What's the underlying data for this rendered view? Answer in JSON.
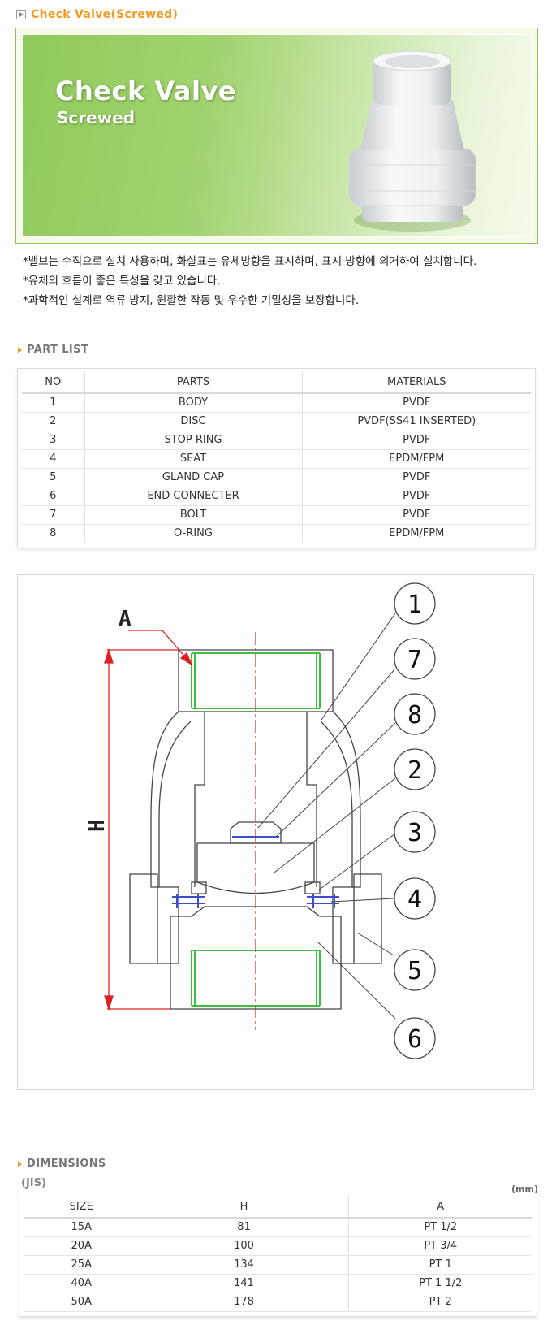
{
  "page": {
    "title": "Check  Valve(Screwed)"
  },
  "banner": {
    "title": "Check Valve",
    "subtitle": "Screwed"
  },
  "notes": [
    "*밸브는 수직으로 설치 사용하며, 화살표는 유체방향을 표시하며, 표시 방향에 의거하여 설치합니다.",
    "*유체의 흐름이 좋은 특성을 갖고 있습니다.",
    "*과학적인 설계로 역류 방지, 원활한 작동 및 우수한 기밀성을 보장합니다."
  ],
  "part_list": {
    "label": "PART  LIST",
    "headers": [
      "NO",
      "PARTS",
      "MATERIALS"
    ],
    "rows": [
      [
        "1",
        "BODY",
        "PVDF"
      ],
      [
        "2",
        "DISC",
        "PVDF(SS41 INSERTED)"
      ],
      [
        "3",
        "STOP RING",
        "PVDF"
      ],
      [
        "4",
        "SEAT",
        "EPDM/FPM"
      ],
      [
        "5",
        "GLAND CAP",
        "PVDF"
      ],
      [
        "6",
        "END CONNECTER",
        "PVDF"
      ],
      [
        "7",
        "BOLT",
        "PVDF"
      ],
      [
        "8",
        "O-RING",
        "EPDM/FPM"
      ]
    ]
  },
  "diagram": {
    "label_a": "A",
    "label_h": "H",
    "callouts": [
      "1",
      "7",
      "8",
      "2",
      "3",
      "4",
      "5",
      "6"
    ],
    "colors": {
      "outline": "#444444",
      "thread": "#3fbf3f",
      "seal": "#3a4fd0",
      "dim": "#e02020",
      "centerline": "#e02020"
    }
  },
  "dimensions": {
    "label": "DIMENSIONS",
    "standard": "(JIS)",
    "unit": "(mm)",
    "headers": [
      "SIZE",
      "H",
      "A"
    ],
    "rows": [
      [
        "15A",
        "81",
        "PT 1/2"
      ],
      [
        "20A",
        "100",
        "PT 3/4"
      ],
      [
        "25A",
        "134",
        "PT 1"
      ],
      [
        "40A",
        "141",
        "PT 1 1/2"
      ],
      [
        "50A",
        "178",
        "PT 2"
      ]
    ]
  },
  "colors": {
    "accent": "#f39a1d",
    "banner_green": "#8fca5a"
  }
}
